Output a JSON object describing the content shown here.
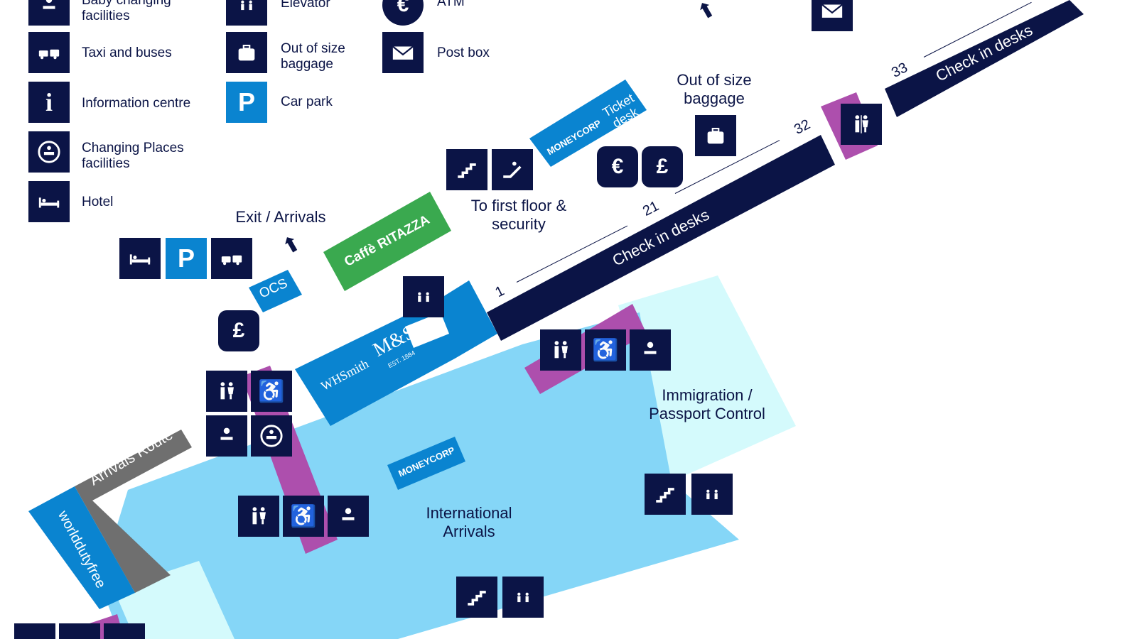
{
  "legend": [
    {
      "id": "baby",
      "icon": "baby-changing-icon",
      "label": "Baby changing facilities"
    },
    {
      "id": "taxi",
      "icon": "taxi-bus-icon",
      "label": "Taxi and buses"
    },
    {
      "id": "info",
      "icon": "information-icon",
      "label": "Information centre"
    },
    {
      "id": "changing",
      "icon": "changing-places-icon",
      "label": "Changing Places facilities"
    },
    {
      "id": "hotel",
      "icon": "hotel-bed-icon",
      "label": "Hotel"
    },
    {
      "id": "elevator",
      "icon": "elevator-icon",
      "label": "Elevator"
    },
    {
      "id": "baggage",
      "icon": "luggage-icon",
      "label": "Out of size baggage"
    },
    {
      "id": "carpark",
      "icon": "parking-icon",
      "label": "Car park"
    },
    {
      "id": "atm",
      "icon": "euro-icon",
      "label": "ATM"
    },
    {
      "id": "post",
      "icon": "mail-icon",
      "label": "Post box"
    }
  ],
  "areas": {
    "exit_arrivals": "Exit / Arrivals",
    "first_floor": "To first floor & security",
    "out_of_size": "Out of size baggage",
    "immigration": "Immigration / Passport Control",
    "intl_arrivals": "International Arrivals",
    "arrivals_route": "Arrivals Route",
    "checkin_1": "Check in desks",
    "checkin_2": "Check in desks"
  },
  "shops": {
    "caffe": "Caffè RITAZZA",
    "ocs": "OCS",
    "whsmith": "WHSmith",
    "ms": "M&S",
    "ms_sub": "EST. 1884",
    "moneycorp_1": "MONEYCORP",
    "ticket_desk": "Ticket desk",
    "moneycorp_2": "MONEYCORP",
    "worlddutyfree": "worlddutyfree"
  },
  "desk_numbers": [
    "1",
    "21",
    "32",
    "33"
  ],
  "colors": {
    "navy": "#0b1446",
    "blue": "#0a84d0",
    "purple": "#ad4fad",
    "light_blue": "#85d6f7",
    "pale_blue": "#d4fafc",
    "green": "#3aa94f",
    "grey": "#6f6f6f"
  }
}
